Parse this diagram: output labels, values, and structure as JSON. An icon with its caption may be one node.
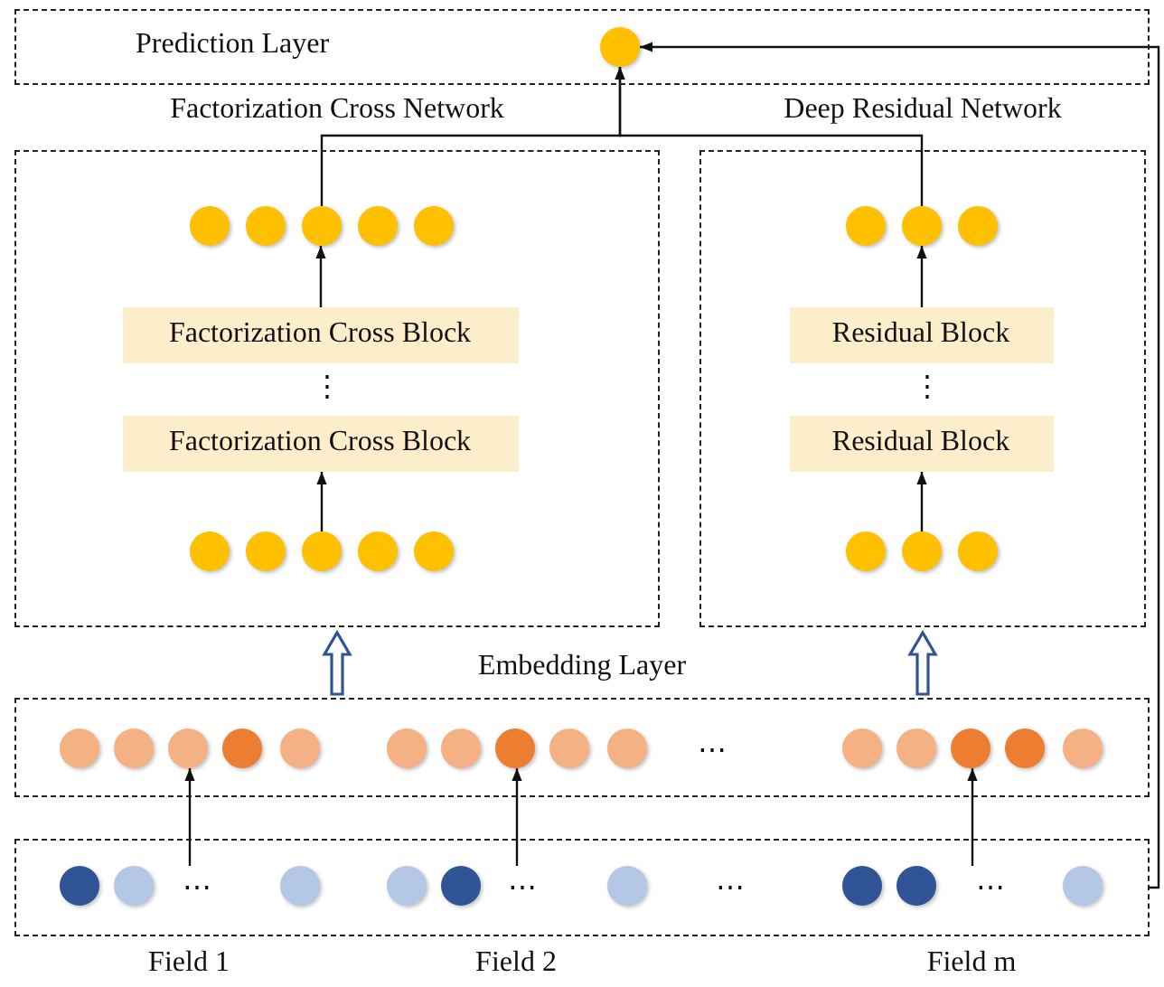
{
  "diagram": {
    "nodes": [
      {
        "text": [
          "Prediction Layer"
        ]
      },
      {
        "text": [],
        "shape": "circle",
        "in": 0
      },
      {
        "text": [
          "Factorization Cross Network"
        ]
      },
      {
        "text": [],
        "shape": "circle",
        "in": 2
      },
      {
        "text": [
          "Factorization Cross Block"
        ],
        "in": 2
      },
      {
        "text": [
          "Factorization Cross Block"
        ],
        "in": 2
      },
      {
        "text": [],
        "shape": "circle",
        "in": 2
      },
      {
        "text": [
          "Deep Residual Network"
        ]
      },
      {
        "text": [],
        "shape": "circle",
        "in": 7
      },
      {
        "text": [
          "Residual Block"
        ],
        "in": 7
      },
      {
        "text": [
          "Residual Block"
        ],
        "in": 7
      },
      {
        "text": [],
        "shape": "circle",
        "in": 7
      },
      {
        "text": [
          "Embedding Layer"
        ]
      },
      {
        "text": [],
        "shape": "circle",
        "in": 12
      },
      {
        "text": [],
        "shape": "circle",
        "in": 12
      },
      {
        "text": [],
        "shape": "circle",
        "in": 12
      },
      {
        "text": [],
        "shape": "box"
      },
      {
        "text": [],
        "shape": "circle",
        "in": 16,
        "beside": [
          "Field 1"
        ]
      },
      {
        "text": [],
        "shape": "circle",
        "in": 16,
        "beside": [
          "Field 2"
        ]
      },
      {
        "text": [],
        "shape": "circle",
        "in": 16,
        "beside": [
          "Field m"
        ]
      }
    ],
    "edges": [
      {
        "from": 3,
        "to": 1,
        "arrow": "to"
      },
      {
        "from": 8,
        "to": 1,
        "arrow": "to"
      },
      {
        "from": 16,
        "to": 1,
        "arrow": "to"
      },
      {
        "from": 4,
        "to": 3,
        "arrow": "to"
      },
      {
        "from": 6,
        "to": 5,
        "arrow": "to"
      },
      {
        "from": 9,
        "to": 8,
        "arrow": "to"
      },
      {
        "from": 11,
        "to": 10,
        "arrow": "to"
      },
      {
        "from": 12,
        "to": 2,
        "arrow": "to",
        "style": "thick",
        "color": "#2f5597"
      },
      {
        "from": 12,
        "to": 7,
        "arrow": "to",
        "style": "thick",
        "color": "#2f5597"
      },
      {
        "from": 17,
        "to": 13,
        "arrow": "to"
      },
      {
        "from": 18,
        "to": 14,
        "arrow": "to"
      },
      {
        "from": 19,
        "to": 15,
        "arrow": "to"
      }
    ],
    "labels": [
      "⋮",
      "⋮",
      "⋯",
      "⋯",
      "⋯",
      "⋯",
      "⋯"
    ]
  }
}
